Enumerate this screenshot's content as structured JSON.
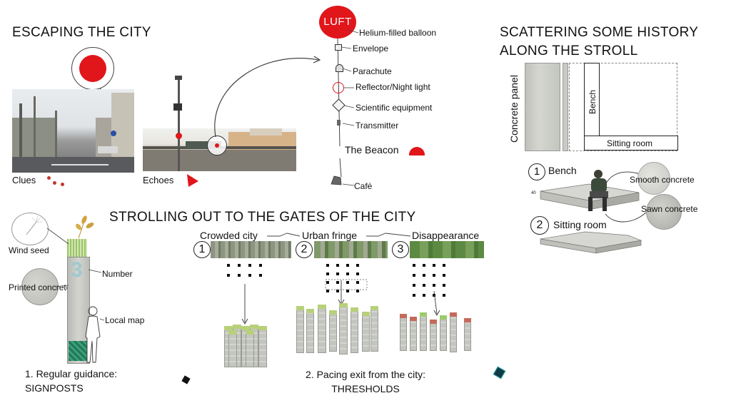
{
  "escaping": {
    "title": "ESCAPING THE CITY",
    "clues_label": "Clues",
    "echoes_label": "Echoes",
    "beacon": {
      "luft": "LUFT",
      "balloon": "Helium-filled balloon",
      "envelope": "Envelope",
      "parachute": "Parachute",
      "reflector": "Reflector/Night light",
      "equipment": "Scientific equipment",
      "transmitter": "Transmitter",
      "name": "The Beacon",
      "cafe": "Café"
    }
  },
  "history": {
    "title_line1": "SCATTERING SOME HISTORY",
    "title_line2": "ALONG THE STROLL",
    "concrete_panel": "Concrete panel",
    "bench": "Bench",
    "sitting_room": "Sitting room",
    "item1_num": "1",
    "item1_label": "Bench",
    "item2_num": "2",
    "item2_label": "Sitting room",
    "smooth": "Smooth concrete",
    "sawn": "Sawn concrete",
    "dim": "40"
  },
  "signpost": {
    "wind_seed": "Wind seed",
    "number": "Number",
    "printed_concrete": "Printed concrete",
    "local_map": "Local map",
    "caption_line1": "1. Regular guidance:",
    "caption_line2": "SIGNPOSTS",
    "digit": "3"
  },
  "strolling": {
    "title": "STROLLING OUT TO THE GATES OF THE CITY",
    "stages": [
      {
        "num": "1",
        "label": "Crowded city"
      },
      {
        "num": "2",
        "label": "Urban fringe"
      },
      {
        "num": "3",
        "label": "Disappearance"
      }
    ],
    "caption_line1": "2. Pacing exit from the city:",
    "caption_line2": "THRESHOLDS"
  },
  "colors": {
    "accent_red": "#e0161b",
    "concrete": "#c9cbc5",
    "line": "#333333"
  }
}
